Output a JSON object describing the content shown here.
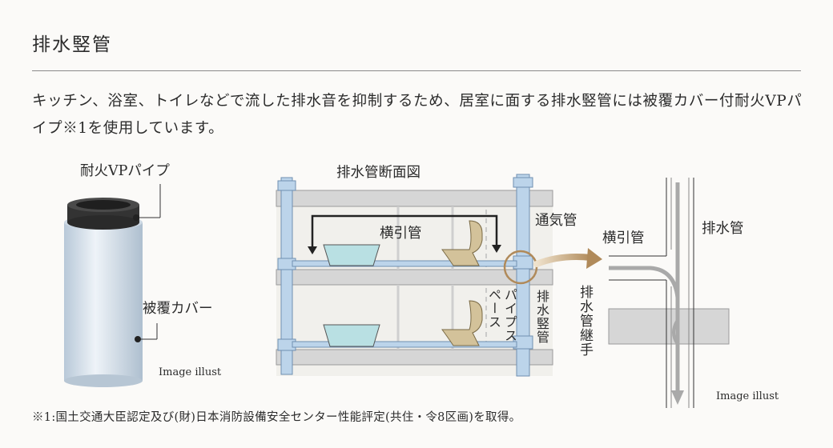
{
  "title": "排水竪管",
  "description": "キッチン、浴室、トイレなどで流した排水音を抑制するため、居室に面する排水竪管には被覆カバー付耐火VPパイプ※1を使用しています。",
  "left_figure": {
    "pipe_label": "耐火VPパイプ",
    "cover_label": "被覆カバー",
    "image_note": "Image illust"
  },
  "middle_figure": {
    "heading": "排水管断面図",
    "lateral_label": "横引管",
    "vent_label": "通気管",
    "pipe_space_label": "パイプスペース",
    "stack_label": "排水竪管"
  },
  "right_figure": {
    "lateral_label": "横引管",
    "drain_label": "排水管",
    "joint_label": "排水管継手",
    "image_note": "Image illust"
  },
  "footnote": "※1:国土交通大臣認定及び(財)日本消防設備安全センター性能評定(共住・令8区画)を取得。",
  "colors": {
    "pipe_blue": "#bcd4ea",
    "floor_gray": "#d6d6d6",
    "water_teal": "#b9e0e3",
    "toilet_tan": "#d3c29a",
    "accent_brown": "#b08a5a"
  }
}
